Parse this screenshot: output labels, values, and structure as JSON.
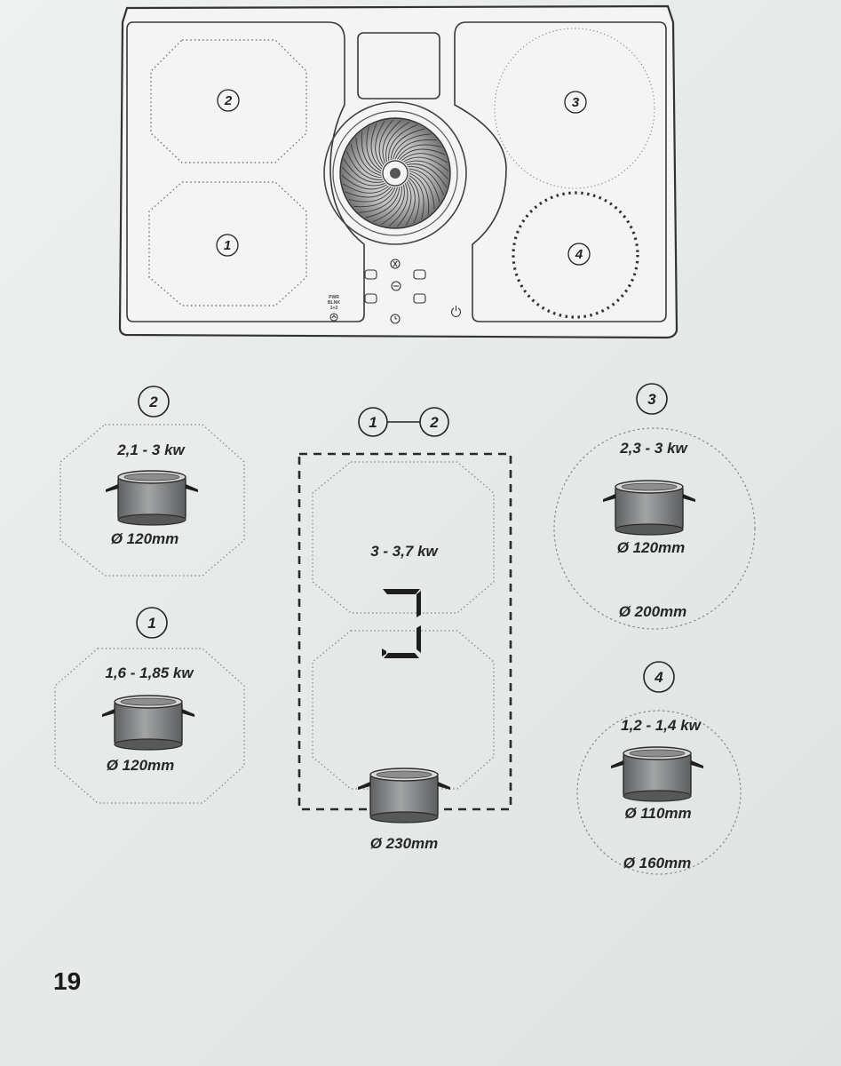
{
  "page_number": "19",
  "zones": {
    "zone1": {
      "label": "1",
      "power": "1,6 - 1,85 kw",
      "diameter": "Ø 120mm"
    },
    "zone2": {
      "label": "2",
      "power": "2,1 - 3 kw",
      "diameter": "Ø 120mm"
    },
    "zone3": {
      "label": "3",
      "power": "2,3 - 3 kw",
      "diameter_inner": "Ø 120mm",
      "diameter_outer": "Ø 200mm"
    },
    "zone4": {
      "label": "4",
      "power": "1,2 - 1,4 kw",
      "diameter_inner": "Ø 110mm",
      "diameter_outer": "Ø 160mm"
    },
    "bridge": {
      "label_a": "1",
      "label_b": "2",
      "power": "3 - 3,7 kw",
      "diameter": "Ø 230mm"
    }
  },
  "hob_panel": {
    "zone_labels": [
      "2",
      "1",
      "3",
      "4"
    ],
    "control_text": [
      "PWR",
      "BLNK",
      "1+2"
    ]
  },
  "icons": [
    "circled-number",
    "fan-icon",
    "power-icon",
    "timer-icon",
    "lock-icon",
    "pot-icon",
    "bridge-symbol-icon"
  ]
}
